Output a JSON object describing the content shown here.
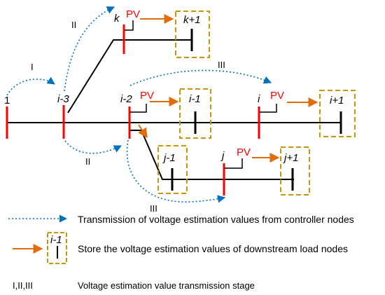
{
  "colors": {
    "controller": "#ff0000",
    "load": "#000000",
    "pv": "#ff0000",
    "store_arrow": "#e36c0a",
    "transmission": "#0070c0",
    "box": "#c8960a"
  },
  "nodes": {
    "n1": {
      "label": "1"
    },
    "ni3": {
      "label": "i-3"
    },
    "ni2": {
      "label": "i-2"
    },
    "ni1": {
      "label": "i-1"
    },
    "ni": {
      "label": "i"
    },
    "nip1": {
      "label": "i+1"
    },
    "nk": {
      "label": "k"
    },
    "nkp1": {
      "label": "k+1"
    },
    "nj1": {
      "label": "j-1"
    },
    "nj": {
      "label": "j"
    },
    "njp1": {
      "label": "j+1"
    }
  },
  "pv_label": "PV",
  "stages": {
    "s1": "I",
    "s2_top": "II",
    "s2_bottom": "II",
    "s3_top": "III",
    "s3_bottom": "III"
  },
  "legend": {
    "transmission": "Transmission of voltage estimation values from controller nodes",
    "store": "Store the voltage estimation values of downstream load nodes",
    "stage_symbols": "I,II,III",
    "stage": "Voltage estimation value transmission stage",
    "box_node_label": "i-1"
  }
}
